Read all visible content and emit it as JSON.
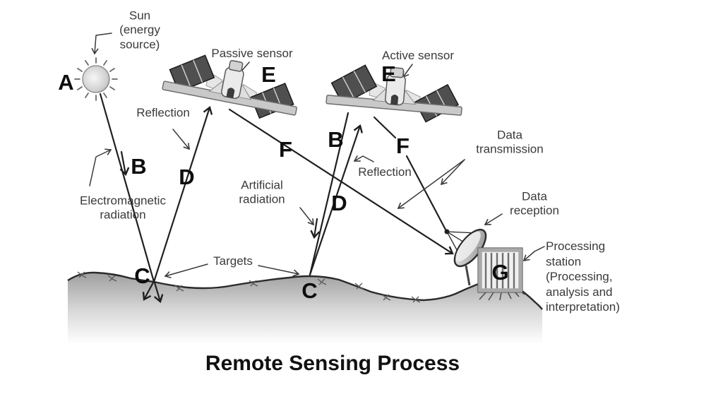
{
  "title": "Remote Sensing Process",
  "letters": {
    "a": "A",
    "b": "B",
    "c": "C",
    "d": "D",
    "e": "E",
    "f": "F",
    "g": "G"
  },
  "annotations": {
    "sun": "Sun\n(energy\nsource)",
    "passive_sensor": "Passive sensor",
    "active_sensor": "Active sensor",
    "reflection": "Reflection",
    "electromagnetic_radiation": "Electromagnetic\nradiation",
    "artificial_radiation": "Artificial\nradiation",
    "targets": "Targets",
    "data_transmission": "Data\ntransmission",
    "data_reception": "Data\nreception",
    "processing_station": "Processing\nstation\n(Processing,\nanalysis and\ninterpretation)"
  },
  "colors": {
    "line_color": "#1f1f1f",
    "pointer_color": "#3a3a3a",
    "text_color": "#3a3a3a",
    "letter_color": "#0d0d0d",
    "title_color": "#111111",
    "solar_panel_color": "#4f4f4f",
    "ground_shade_top": "#9f9f9f",
    "background": "#ffffff"
  }
}
